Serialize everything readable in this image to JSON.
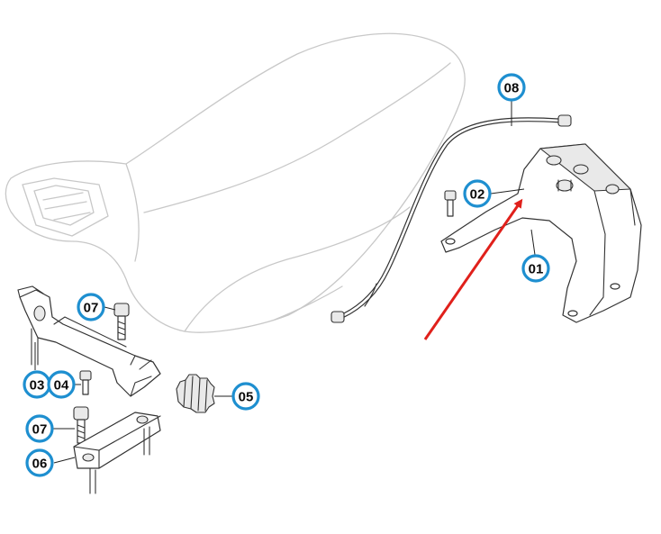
{
  "callouts": {
    "c01": "01",
    "c02": "02",
    "c03": "03",
    "c04": "04",
    "c05": "05",
    "c06": "06",
    "c07a": "07",
    "c07b": "07",
    "c08": "08"
  },
  "colors": {
    "callout_ring": "#1e8fd0",
    "arrow": "#e0201b",
    "line_art": "#333333",
    "ghost_outline": "#c8c8c8"
  }
}
